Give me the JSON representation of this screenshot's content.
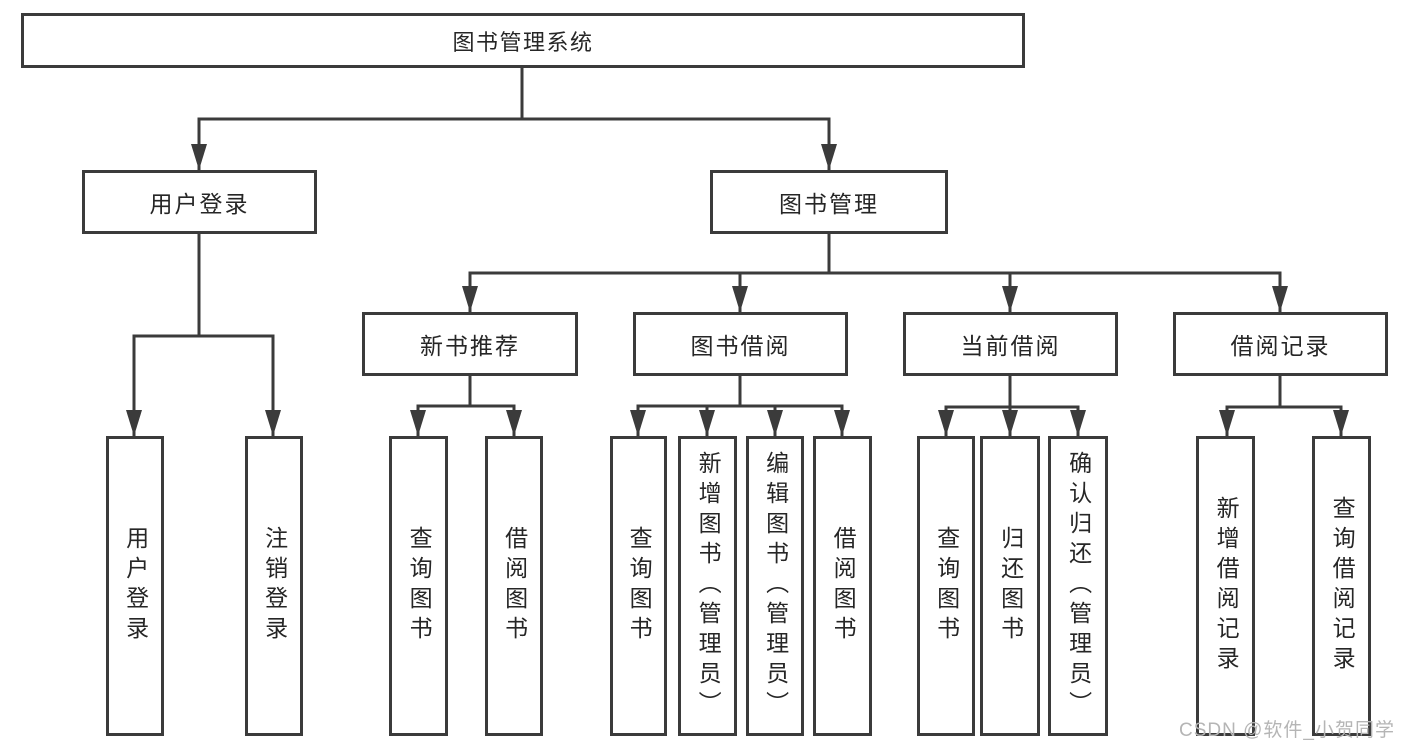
{
  "diagram": {
    "title": "图书管理系统",
    "watermark": "CSDN @软件_小贺同学",
    "colors": {
      "line": "#3b3b3b",
      "box_border": "#3b3b3b",
      "text": "#262626",
      "watermark": "#b5b5b5",
      "background": "#ffffff"
    },
    "tree": {
      "label": "图书管理系统",
      "children": [
        {
          "label": "用户登录",
          "children": [
            {
              "label": "用户登录"
            },
            {
              "label": "注销登录"
            }
          ]
        },
        {
          "label": "图书管理",
          "children": [
            {
              "label": "新书推荐",
              "children": [
                {
                  "label": "查询图书"
                },
                {
                  "label": "借阅图书"
                }
              ]
            },
            {
              "label": "图书借阅",
              "children": [
                {
                  "label": "查询图书"
                },
                {
                  "label": "新增图书（管理员）"
                },
                {
                  "label": "编辑图书（管理员）"
                },
                {
                  "label": "借阅图书"
                }
              ]
            },
            {
              "label": "当前借阅",
              "children": [
                {
                  "label": "查询图书"
                },
                {
                  "label": "归还图书"
                },
                {
                  "label": "确认归还（管理员）"
                }
              ]
            },
            {
              "label": "借阅记录",
              "children": [
                {
                  "label": "新增借阅记录"
                },
                {
                  "label": "查询借阅记录"
                }
              ]
            }
          ]
        }
      ]
    }
  }
}
